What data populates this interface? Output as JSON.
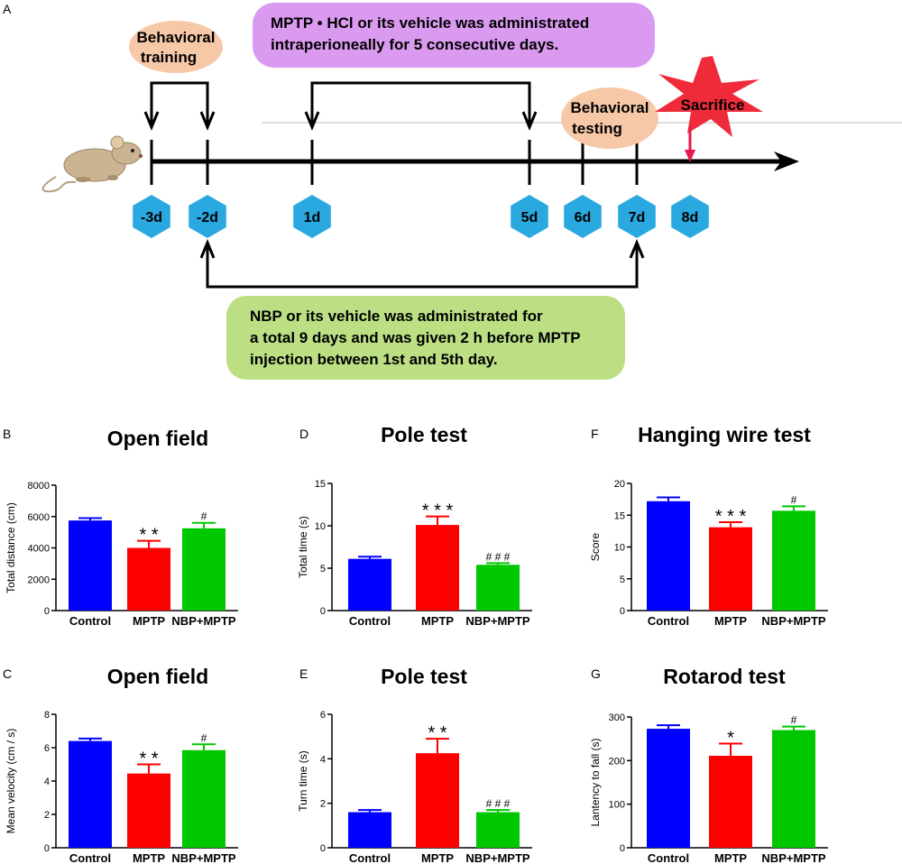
{
  "figure": {
    "panel_a": {
      "letter": "A",
      "training_label": [
        "Behavioral",
        "training"
      ],
      "mptp_box": [
        "MPTP • HCl or its vehicle was administrated",
        "intraperioneally for 5 consecutive  days."
      ],
      "testing_label": [
        "Behavioral",
        "testing"
      ],
      "sacrifice_label": "Sacrifice",
      "nbp_box": [
        "NBP or its vehicle was administrated for",
        "a total 9 days and was given 2 h before MPTP",
        "injection between 1st and 5th day."
      ],
      "days": [
        "-3d",
        "-2d",
        "1d",
        "5d",
        "6d",
        "7d",
        "8d"
      ]
    },
    "colors": {
      "control": "#0000ff",
      "mptp": "#ff0000",
      "nbp_mptp": "#00c800",
      "mptp_box": "#da9af0",
      "nbp_box": "#bcdf84",
      "label_ellipse": "#f7c8a8",
      "hexagon": "#2aa8e0",
      "sacrifice_star": "#ef2b3a"
    }
  },
  "chart_data": [
    {
      "id": "B",
      "type": "bar",
      "title": "Open field",
      "ylabel": "Total distance (cm)",
      "ylim": [
        0,
        8000
      ],
      "yticks": [
        "0",
        "2000",
        "4000",
        "6000",
        "8000"
      ],
      "categories": [
        "Control",
        "MPTP",
        "NBP+MPTP"
      ],
      "values": [
        5750,
        4000,
        5250
      ],
      "errors": [
        150,
        450,
        350
      ],
      "annotations": [
        "",
        "* *",
        "#"
      ]
    },
    {
      "id": "C",
      "type": "bar",
      "title": "Open field",
      "ylabel": "Mean velocity (cm / s)",
      "ylim": [
        0,
        8
      ],
      "yticks": [
        "0",
        "2",
        "4",
        "6",
        "8"
      ],
      "categories": [
        "Control",
        "MPTP",
        "NBP+MPTP"
      ],
      "values": [
        6.4,
        4.45,
        5.85
      ],
      "errors": [
        0.15,
        0.55,
        0.35
      ],
      "annotations": [
        "",
        "* *",
        "#"
      ]
    },
    {
      "id": "D",
      "type": "bar",
      "title": "Pole test",
      "ylabel": "Total time (s)",
      "ylim": [
        0,
        15
      ],
      "yticks": [
        "0",
        "5",
        "10",
        "15"
      ],
      "categories": [
        "Control",
        "MPTP",
        "NBP+MPTP"
      ],
      "values": [
        6.1,
        10.1,
        5.4
      ],
      "errors": [
        0.25,
        1.0,
        0.2
      ],
      "annotations": [
        "",
        "* * *",
        "# # #"
      ]
    },
    {
      "id": "E",
      "type": "bar",
      "title": "Pole test",
      "ylabel": "Turn time (s)",
      "ylim": [
        0,
        6
      ],
      "yticks": [
        "0",
        "2",
        "4",
        "6"
      ],
      "categories": [
        "Control",
        "MPTP",
        "NBP+MPTP"
      ],
      "values": [
        1.6,
        4.25,
        1.6
      ],
      "errors": [
        0.1,
        0.65,
        0.1
      ],
      "annotations": [
        "",
        "* *",
        "# # #"
      ]
    },
    {
      "id": "F",
      "type": "bar",
      "title": "Hanging wire test",
      "ylabel": "Score",
      "ylim": [
        0,
        20
      ],
      "yticks": [
        "0",
        "5",
        "10",
        "15",
        "20"
      ],
      "categories": [
        "Control",
        "MPTP",
        "NBP+MPTP"
      ],
      "values": [
        17.2,
        13.1,
        15.7
      ],
      "errors": [
        0.6,
        0.8,
        0.7
      ],
      "annotations": [
        "",
        "* * *",
        "#"
      ]
    },
    {
      "id": "G",
      "type": "bar",
      "title": "Rotarod test",
      "ylabel": "Lantency to fall (s)",
      "ylim": [
        0,
        300
      ],
      "yticks": [
        "0",
        "100",
        "200",
        "300"
      ],
      "categories": [
        "Control",
        "MPTP",
        "NBP+MPTP"
      ],
      "values": [
        273,
        211,
        270
      ],
      "errors": [
        8,
        28,
        8
      ],
      "annotations": [
        "",
        "*",
        "#"
      ]
    }
  ]
}
